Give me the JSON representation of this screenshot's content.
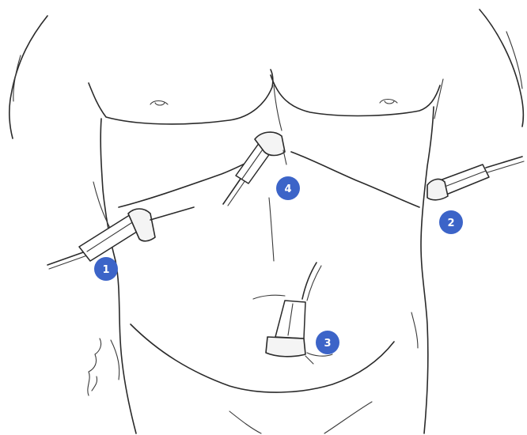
{
  "figure": {
    "markers": [
      {
        "id": "1",
        "label": "1"
      },
      {
        "id": "2",
        "label": "2"
      },
      {
        "id": "3",
        "label": "3"
      },
      {
        "id": "4",
        "label": "4"
      }
    ],
    "marker_color": "#3c64c8",
    "marker_text_color": "#ffffff",
    "ink_color": "#2a2a2a"
  }
}
